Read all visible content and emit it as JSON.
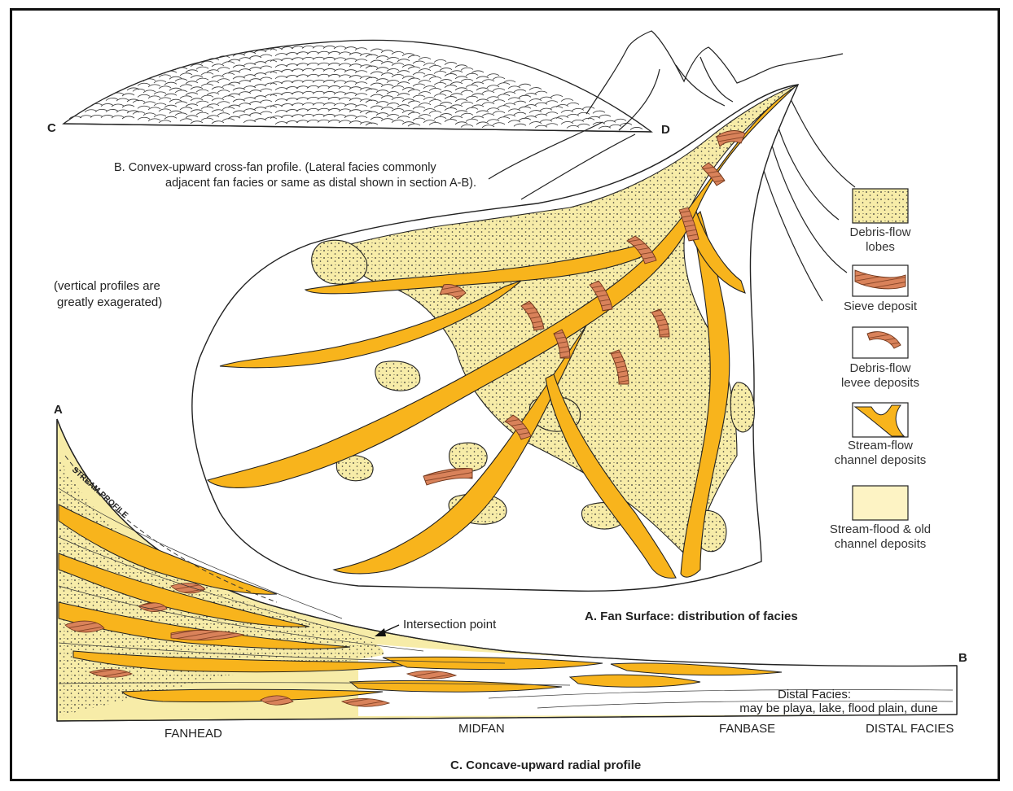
{
  "figure": {
    "profile_b_title": "B. Convex-upward cross-fan profile. (Lateral facies commonly",
    "profile_b_title_2": "adjacent fan facies or same as distal shown in section A-B).",
    "point_c": "C",
    "point_d": "D",
    "note_line_1": "(vertical profiles are",
    "note_line_2": "greatly exagerated)",
    "point_a": "A",
    "point_b": "B",
    "stream_profile": "STREAM PROFILE",
    "intersection": "Intersection point",
    "fan_surface_title": "A. Fan Surface: distribution of facies",
    "distal_1": "Distal Facies:",
    "distal_2": "may be playa, lake, flood plain, dune",
    "zone_fanhead": "FANHEAD",
    "zone_midfan": "MIDFAN",
    "zone_fanbase": "FANBASE",
    "zone_distal": "DISTAL FACIES",
    "profile_c_title": "C. Concave-upward radial profile"
  },
  "legend": [
    {
      "line1": "Debris-flow",
      "line2": "lobes",
      "kind": "lobe"
    },
    {
      "line1": "Sieve deposit",
      "line2": "",
      "kind": "sieve"
    },
    {
      "line1": "Debris-flow",
      "line2": "levee deposits",
      "kind": "levee"
    },
    {
      "line1": "Stream-flow",
      "line2": "channel deposits",
      "kind": "channel"
    },
    {
      "line1": "Stream-flood & old",
      "line2": "channel deposits",
      "kind": "flood"
    }
  ],
  "colors": {
    "lobe": "#f7eca8",
    "channel": "#f8b41c",
    "sieve": "#d9825a",
    "flood": "#fdf3c4",
    "outline": "#222222"
  }
}
